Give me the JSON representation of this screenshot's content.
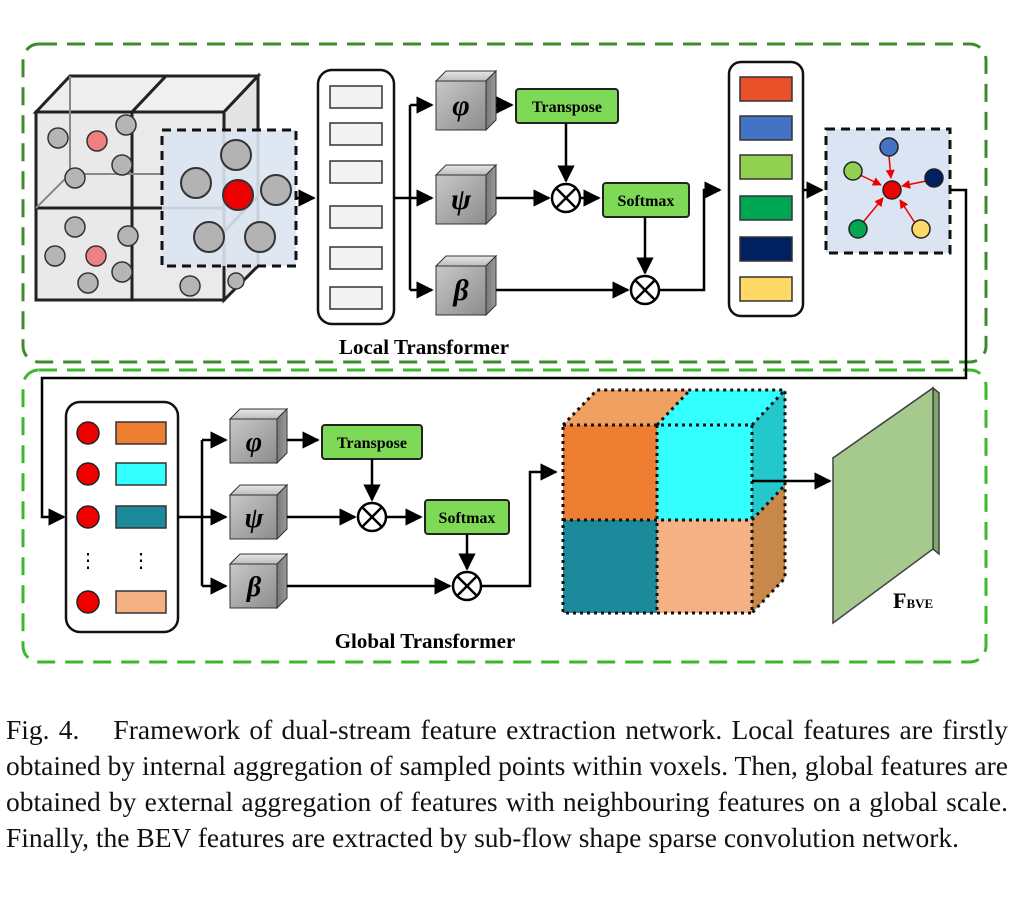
{
  "local_panel": {
    "title": "Local Transformer",
    "ops": {
      "phi": "φ",
      "psi": "ψ",
      "beta": "β"
    },
    "transpose_label": "Transpose",
    "softmax_label": "Softmax",
    "feature_colors": [
      "#e8512a",
      "#4472c4",
      "#92d050",
      "#00a651",
      "#002060",
      "#ffd966"
    ]
  },
  "global_panel": {
    "title": "Global Transformer",
    "ops": {
      "phi": "φ",
      "psi": "ψ",
      "beta": "β"
    },
    "transpose_label": "Transpose",
    "softmax_label": "Softmax",
    "dots": "⋮",
    "feature_colors": [
      "#ed7d31",
      "#33ffff",
      "#1c8a9a",
      "#f4b183"
    ]
  },
  "output": {
    "label_main": "F",
    "label_sub": "BVE"
  },
  "caption": {
    "label": "Fig. 4.",
    "text": "Framework of dual-stream feature extraction network. Local features are firstly obtained by internal aggregation of sampled points within voxels. Then, global features are obtained by external aggregation of features with neighbouring features on a global scale. Finally, the BEV features are extracted by sub-flow shape sparse convolution network."
  }
}
